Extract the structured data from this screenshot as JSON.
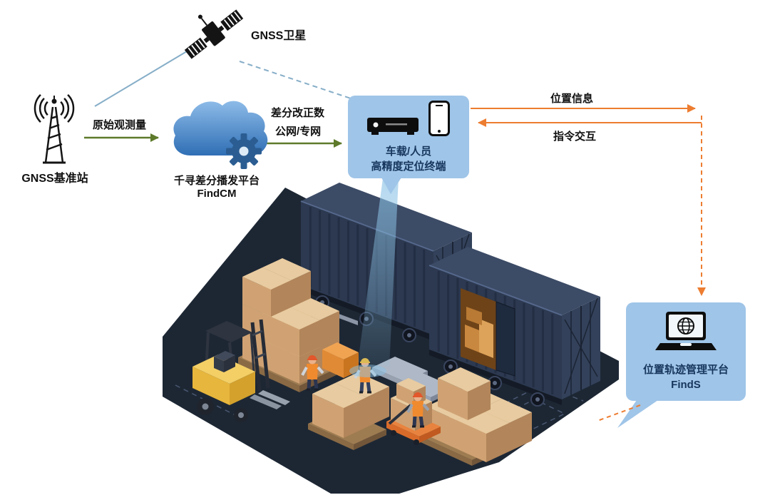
{
  "diagram": {
    "satellite": {
      "label": "GNSS卫星"
    },
    "base_station": {
      "label": "GNSS基准站"
    },
    "cloud": {
      "name": "千寻差分播发平台",
      "product": "FindCM"
    },
    "links": {
      "base_to_cloud": "原始观测量",
      "cloud_to_terminal_line1": "差分改正数",
      "cloud_to_terminal_line2": "公网/专网"
    },
    "terminal": {
      "line1": "车载/人员",
      "line2": "高精度定位终端"
    },
    "flows": {
      "position_info": "位置信息",
      "command_interaction": "指令交互"
    },
    "platform": {
      "name": "位置轨迹管理平台",
      "product": "FindS"
    },
    "colors": {
      "bubble_bg": "#9fc5e8",
      "accent_orange": "#ed7d31",
      "accent_green": "#5d7a2a",
      "accent_blue": "#86aec8",
      "cloud_blue": "#2f6fb5",
      "dark_navy_text": "#17365d",
      "floor_navy": "#1d2734"
    },
    "icons": [
      "gnss-satellite-icon",
      "gnss-base-station-icon",
      "cloud-icon",
      "gear-icon",
      "receiver-terminal-icon",
      "smartphone-icon",
      "laptop-globe-icon",
      "warehouse-scene-illustration"
    ]
  }
}
